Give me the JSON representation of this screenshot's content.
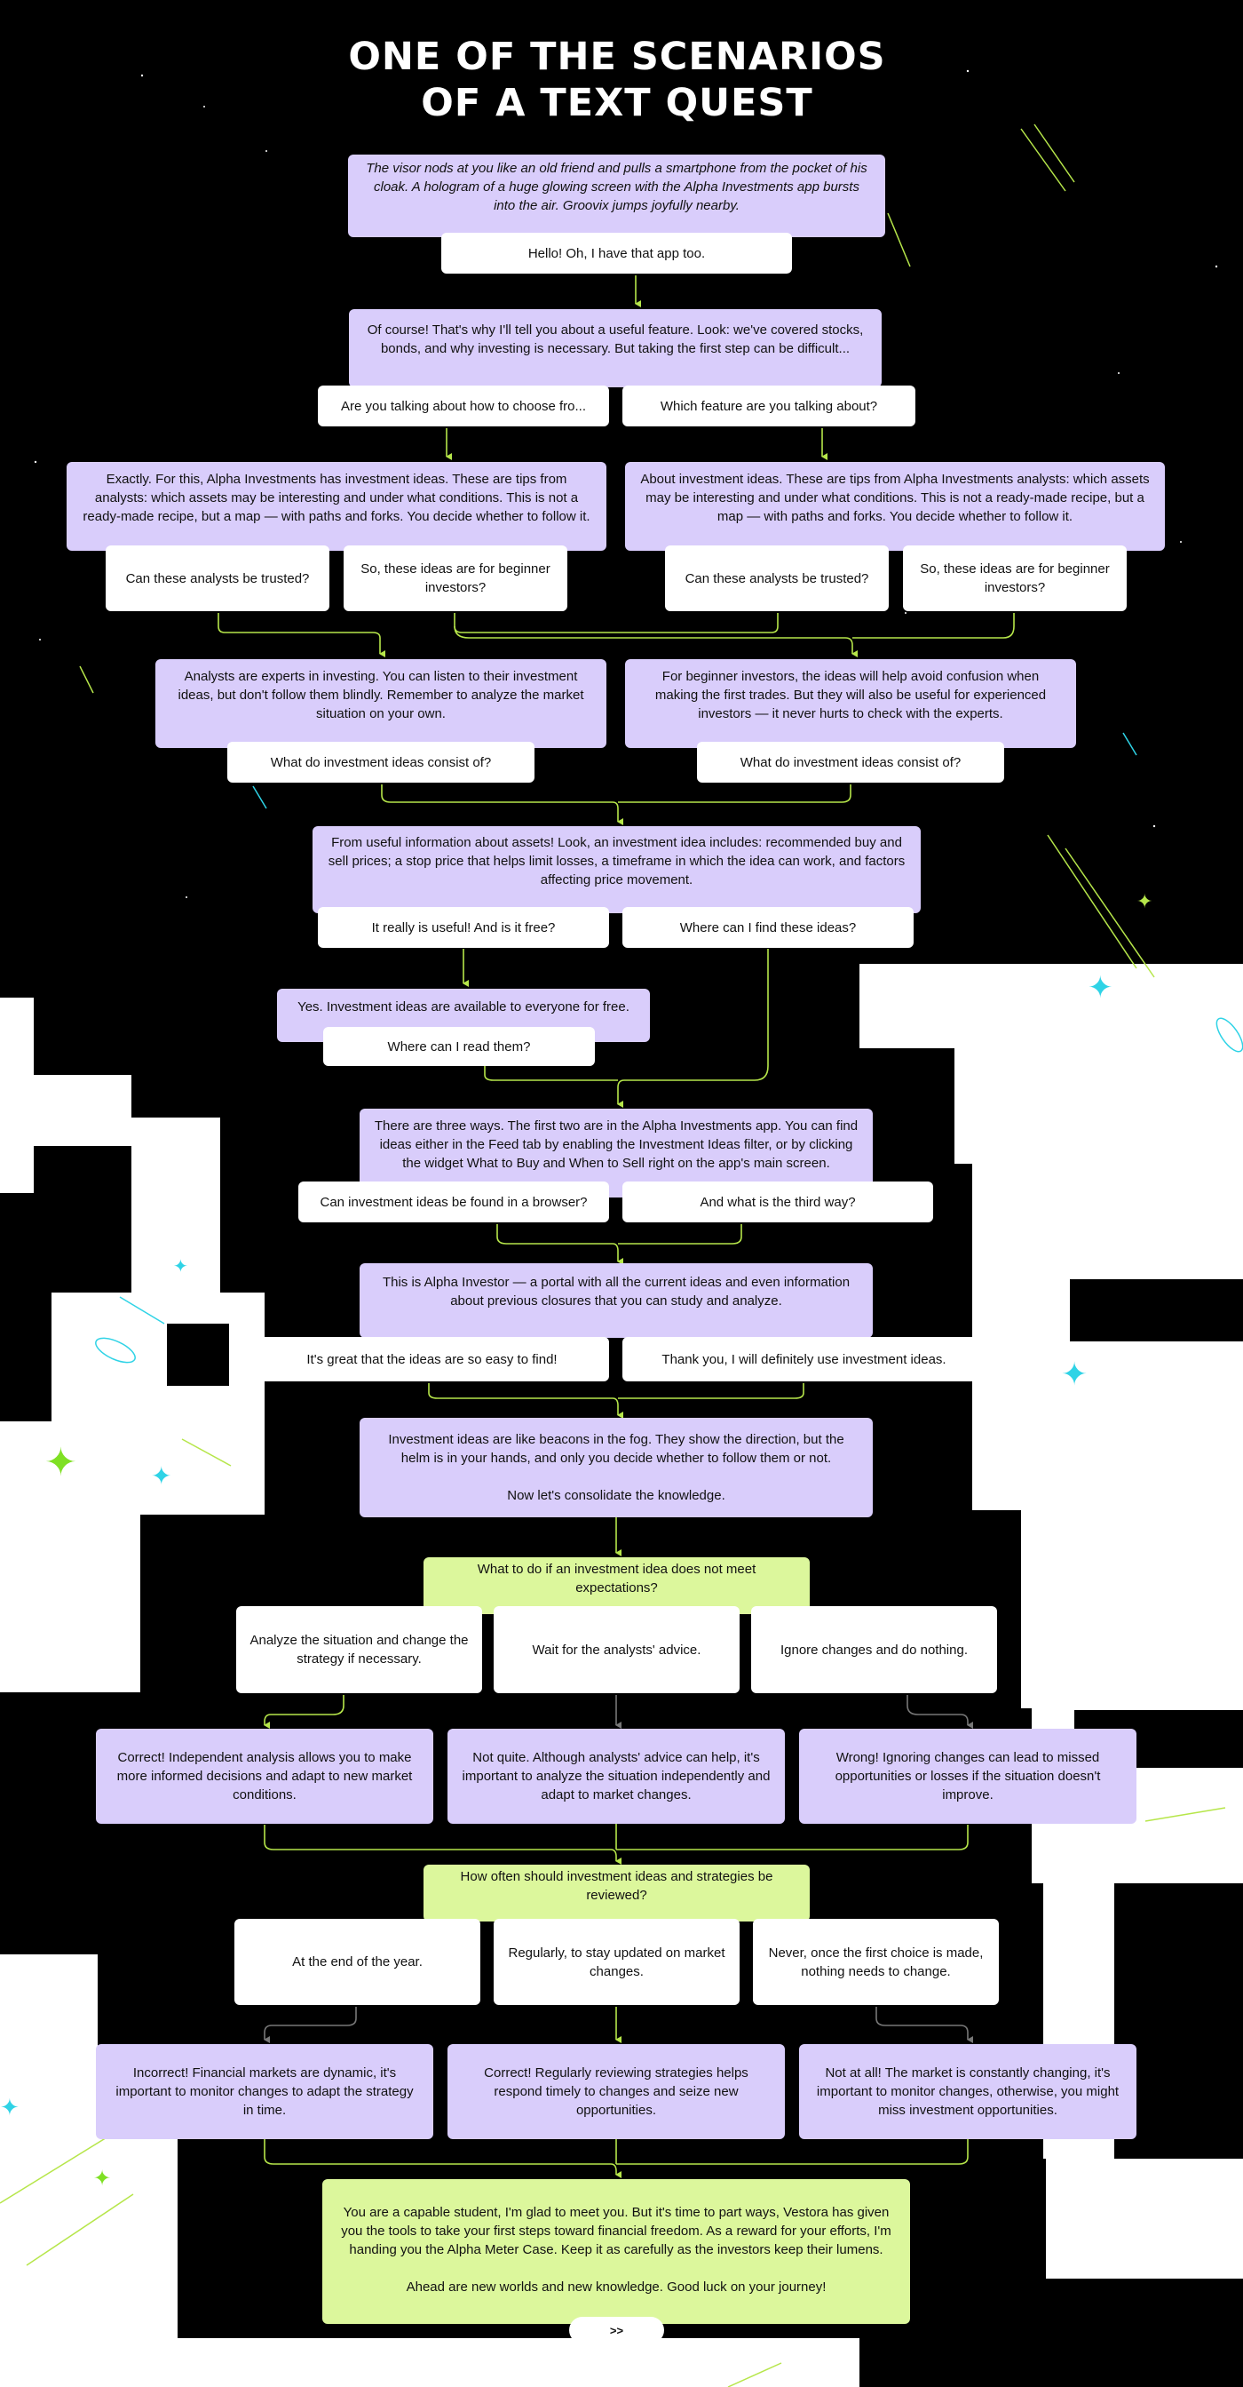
{
  "title": "ONE OF THE SCENARIOS\nOF A TEXT QUEST",
  "colors": {
    "background": "#000000",
    "node_purple": "#d9cdfb",
    "node_green": "#dcf79c",
    "answer_white": "#ffffff",
    "arrow_green": "#b6e64a",
    "arrow_gray": "#777777",
    "spark_cyan": "#2fd3e6"
  },
  "nodes": {
    "n1": "The visor nods at you like an old friend and pulls a smartphone from the pocket of his cloak. A hologram of a huge glowing screen with the Alpha Investments app bursts into the air. Groovix jumps joyfully nearby.",
    "n1_a": "Hello! Oh, I have that app too.",
    "n2": "Of course! That's why I'll tell you about a useful feature. Look: we've covered stocks, bonds, and why investing is necessary. But taking the first step can be difficult...",
    "n2_a1": "Are you talking about how to choose fro...",
    "n2_a2": "Which feature are you talking about?",
    "n3l": "Exactly. For this, Alpha Investments has investment ideas. These are tips from analysts: which assets may be interesting and under what conditions. This is not a ready-made recipe, but a map — with paths and forks. You decide whether to follow it.",
    "n3r": "About investment ideas. These are tips from Alpha Investments analysts: which assets may be interesting and under what conditions. This is not a ready-made recipe, but a map — with paths and forks. You decide whether to follow it.",
    "n3_trust": "Can these analysts be trusted?",
    "n3_beginner": "So, these ideas are for beginner investors?",
    "n4l": "Analysts are experts in investing. You can listen to their investment ideas, but don't follow them blindly. Remember to analyze the market situation on your own.",
    "n4r": "For beginner investors, the ideas will help avoid confusion when making the first trades. But they will also be useful for experienced investors — it never hurts to check with the experts.",
    "n4_a": "What do investment ideas consist of?",
    "n5": "From useful information about assets! Look, an investment idea includes: recommended buy and sell prices; a stop price that helps limit losses, a timeframe in which the idea can work, and factors affecting price movement.",
    "n5_a1": "It really is useful! And is it free?",
    "n5_a2": "Where can I find these ideas?",
    "n6": "Yes. Investment ideas are available to everyone for free.",
    "n6_a": "Where can I read them?",
    "n7": "There are three ways. The first two are in the Alpha Investments app. You can find ideas either in the Feed tab by enabling the Investment Ideas filter, or by clicking the widget What to Buy and When to Sell right on the app's main screen.",
    "n7_a1": "Can investment ideas be found in a browser?",
    "n7_a2": "And what is the third way?",
    "n8": "This is Alpha Investor — a portal with all the current ideas and even information about previous closures that you can study and analyze.",
    "n8_a1": "It's great that the ideas are so easy to find!",
    "n8_a2": "Thank you, I will definitely use investment ideas.",
    "n9": "Investment ideas are like beacons in the fog. They show the direction, but the helm is in your hands, and only you decide whether to follow them or not.\n\nNow let's consolidate the knowledge.",
    "q1": "What to do if an investment idea does not meet expectations?",
    "q1_a1": "Analyze the situation and change the strategy if necessary.",
    "q1_a2": "Wait for the analysts' advice.",
    "q1_a3": "Ignore changes and do nothing.",
    "q1_r1": "Correct! Independent analysis allows you to make more informed decisions and adapt to new market conditions.",
    "q1_r2": "Not quite. Although analysts' advice can help, it's important to analyze the situation independently and adapt to market changes.",
    "q1_r3": "Wrong! Ignoring changes can lead to missed opportunities or losses if the situation doesn't improve.",
    "q2": "How often should investment ideas and strategies be reviewed?",
    "q2_a1": "At the end of the year.",
    "q2_a2": "Regularly, to stay updated on market changes.",
    "q2_a3": "Never, once the first choice is made, nothing needs to change.",
    "q2_r1": "Incorrect! Financial markets are dynamic, it's important to monitor changes to adapt the strategy in time.",
    "q2_r2": "Correct! Regularly reviewing strategies helps respond timely to changes and seize new opportunities.",
    "q2_r3": "Not at all! The market is constantly changing, it's important to monitor changes, otherwise, you might miss investment opportunities.",
    "end": "You are a capable student, I'm glad to meet you. But it's time to part ways, Vestora has given you the tools to take your first steps toward financial freedom. As a reward for your efforts, I'm handing you the Alpha Meter Case. Keep it as carefully as the investors keep their lumens.\n\nAhead are new worlds and new knowledge. Good luck on your journey!",
    "next": ">>"
  }
}
